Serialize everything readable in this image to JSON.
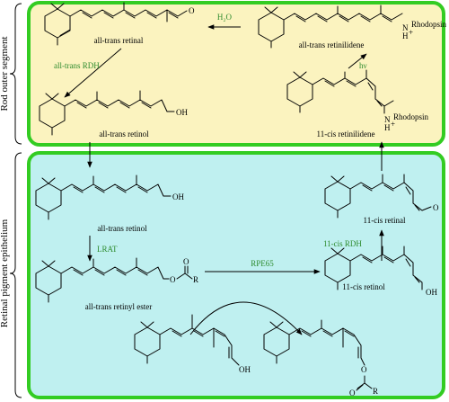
{
  "segments": {
    "top": {
      "label": "Rod outer segment",
      "color": "#fbf3bf",
      "border": "#33cc22"
    },
    "bottom": {
      "label": "Retinal pigment epithelium",
      "color": "#bff0f0",
      "border": "#33cc22"
    }
  },
  "molecules": {
    "all_trans_retinal": {
      "label": "all-trans retinal",
      "end_text": "O"
    },
    "all_trans_retinilidene": {
      "label": "all-trans retinilidene",
      "end_text": "N",
      "h": "H",
      "plus": "+",
      "protein": "Rhodopsin"
    },
    "all_trans_retinol_top": {
      "label": "all-trans retinol",
      "end_text": "OH"
    },
    "cis_retinilidene": {
      "label": "11-cis retinilidene",
      "end_text": "N",
      "h": "H",
      "plus": "+",
      "protein": "Rhodopsin"
    },
    "all_trans_retinol_bottom": {
      "label": "all-trans retinol",
      "end_text": "OH"
    },
    "cis_retinal": {
      "label": "11-cis retinal",
      "end_text": "O"
    },
    "all_trans_retinyl_ester": {
      "label": "all-trans retinyl ester",
      "o1": "O",
      "o2": "O",
      "r": "R"
    },
    "cis_retinol": {
      "label": "11-cis retinol",
      "end_text": "OH"
    },
    "intermediate_alcohol": {
      "end_text": "OH"
    },
    "intermediate_ester": {
      "o1": "O",
      "o2": "O",
      "r": "R"
    }
  },
  "reactions": {
    "h2o": "H₂O",
    "hv": "hν",
    "all_trans_rdh": "all-trans RDH",
    "lrat": "LRAT",
    "rpe65": "RPE65",
    "cis_rdh": "11-cis RDH"
  }
}
